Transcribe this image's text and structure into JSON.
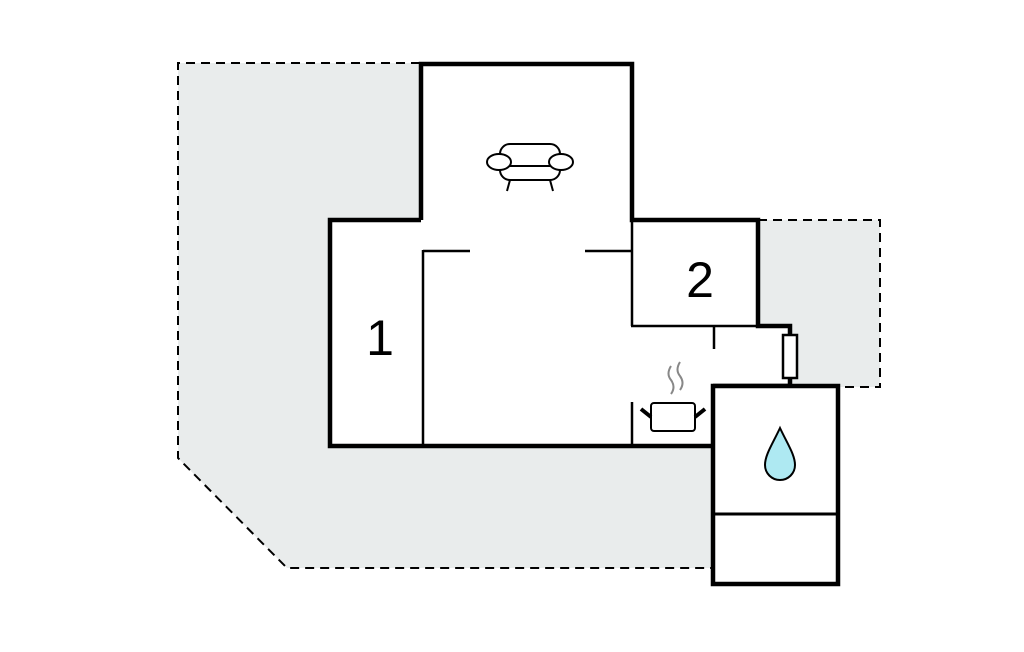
{
  "floorplan": {
    "rooms": [
      {
        "id": "bedroom-1",
        "label": "1"
      },
      {
        "id": "bedroom-2",
        "label": "2"
      }
    ],
    "icons": [
      "sofa-icon",
      "cooking-pot-icon",
      "water-drop-icon"
    ],
    "colors": {
      "terrace": "#e9ecec",
      "wall": "#000000",
      "water": "#aee9f2"
    }
  }
}
